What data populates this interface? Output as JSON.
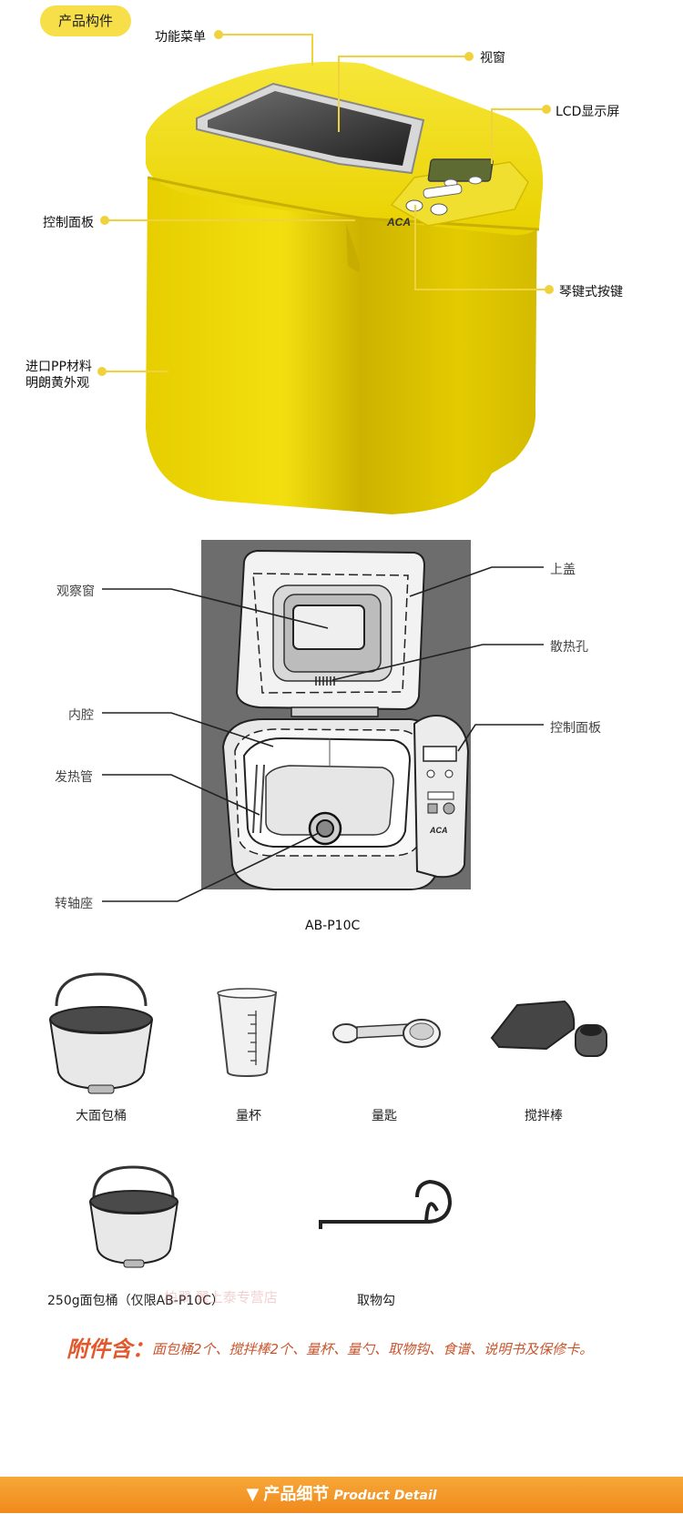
{
  "section_badge": "产品构件",
  "labels": {
    "function_menu": "功能菜单",
    "window": "视窗",
    "lcd": "LCD显示屏",
    "control_panel": "控制面板",
    "piano_keys": "琴键式按键",
    "pp_line1": "进口PP材料",
    "pp_line2": "明朗黄外观"
  },
  "diagram_labels": {
    "observation_window": "观察窗",
    "top_cover": "上盖",
    "vent": "散热孔",
    "inner_cavity": "内腔",
    "control_panel": "控制面板",
    "heating_tube": "发热管",
    "shaft_seat": "转轴座",
    "model": "AB-P10C",
    "brand": "ACA"
  },
  "machine_brand": "ACA",
  "accessories": {
    "large_bucket": "大面包桶",
    "measuring_cup": "量杯",
    "measuring_spoon": "量匙",
    "kneading_paddle": "搅拌棒",
    "small_bucket": "250g面包桶（仅限AB-P10C）",
    "hook": "取物勾"
  },
  "watermark": "柏翠 翼上泰专营店",
  "includes": {
    "title": "附件含：",
    "text": "面包桶2个、搅拌棒2个、量杯、量勺、取物钩、食谱、说明书及保修卡。"
  },
  "footer": {
    "arrow": "▼",
    "cn": "产品细节",
    "en": "Product Detail"
  },
  "colors": {
    "yellow": "#ecd400",
    "accent_orange": "#f08a1c",
    "badge": "#f7df4a",
    "line": "#f0d23c"
  }
}
